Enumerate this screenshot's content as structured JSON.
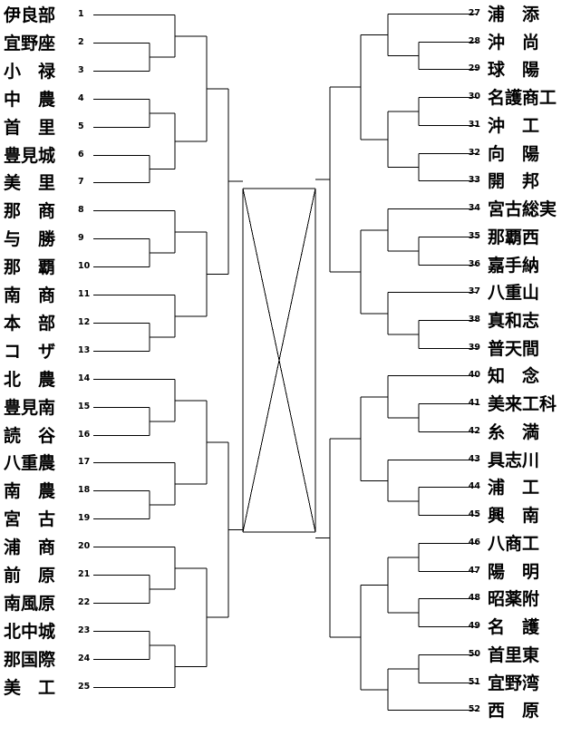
{
  "left": [
    {
      "seed": "1",
      "name": "伊良部"
    },
    {
      "seed": "2",
      "name": "宜野座"
    },
    {
      "seed": "3",
      "name": "小　禄"
    },
    {
      "seed": "4",
      "name": "中　農"
    },
    {
      "seed": "5",
      "name": "首　里"
    },
    {
      "seed": "6",
      "name": "豊見城"
    },
    {
      "seed": "7",
      "name": "美　里"
    },
    {
      "seed": "8",
      "name": "那　商"
    },
    {
      "seed": "9",
      "name": "与　勝"
    },
    {
      "seed": "10",
      "name": "那　覇"
    },
    {
      "seed": "11",
      "name": "南　商"
    },
    {
      "seed": "12",
      "name": "本　部"
    },
    {
      "seed": "13",
      "name": "コ　ザ"
    },
    {
      "seed": "14",
      "name": "北　農"
    },
    {
      "seed": "15",
      "name": "豊見南"
    },
    {
      "seed": "16",
      "name": "読　谷"
    },
    {
      "seed": "17",
      "name": "八重農"
    },
    {
      "seed": "18",
      "name": "南　農"
    },
    {
      "seed": "19",
      "name": "宮　古"
    },
    {
      "seed": "20",
      "name": "浦　商"
    },
    {
      "seed": "21",
      "name": "前　原"
    },
    {
      "seed": "22",
      "name": "南風原"
    },
    {
      "seed": "23",
      "name": "北中城"
    },
    {
      "seed": "24",
      "name": "那国際"
    },
    {
      "seed": "25",
      "name": "美　工"
    }
  ],
  "right": [
    {
      "seed": "27",
      "name": "浦　添"
    },
    {
      "seed": "28",
      "name": "沖　尚"
    },
    {
      "seed": "29",
      "name": "球　陽"
    },
    {
      "seed": "30",
      "name": "名護商工"
    },
    {
      "seed": "31",
      "name": "沖　工"
    },
    {
      "seed": "32",
      "name": "向　陽"
    },
    {
      "seed": "33",
      "name": "開　邦"
    },
    {
      "seed": "34",
      "name": "宮古総実"
    },
    {
      "seed": "35",
      "name": "那覇西"
    },
    {
      "seed": "36",
      "name": "嘉手納"
    },
    {
      "seed": "37",
      "name": "八重山"
    },
    {
      "seed": "38",
      "name": "真和志"
    },
    {
      "seed": "39",
      "name": "普天間"
    },
    {
      "seed": "40",
      "name": "知　念"
    },
    {
      "seed": "41",
      "name": "美来工科"
    },
    {
      "seed": "42",
      "name": "糸　満"
    },
    {
      "seed": "43",
      "name": "具志川"
    },
    {
      "seed": "44",
      "name": "浦　工"
    },
    {
      "seed": "45",
      "name": "興　南"
    },
    {
      "seed": "46",
      "name": "八商工"
    },
    {
      "seed": "47",
      "name": "陽　明"
    },
    {
      "seed": "48",
      "name": "昭薬附"
    },
    {
      "seed": "49",
      "name": "名　護"
    },
    {
      "seed": "50",
      "name": "首里東"
    },
    {
      "seed": "51",
      "name": "宜野湾"
    },
    {
      "seed": "52",
      "name": "西　原"
    }
  ]
}
